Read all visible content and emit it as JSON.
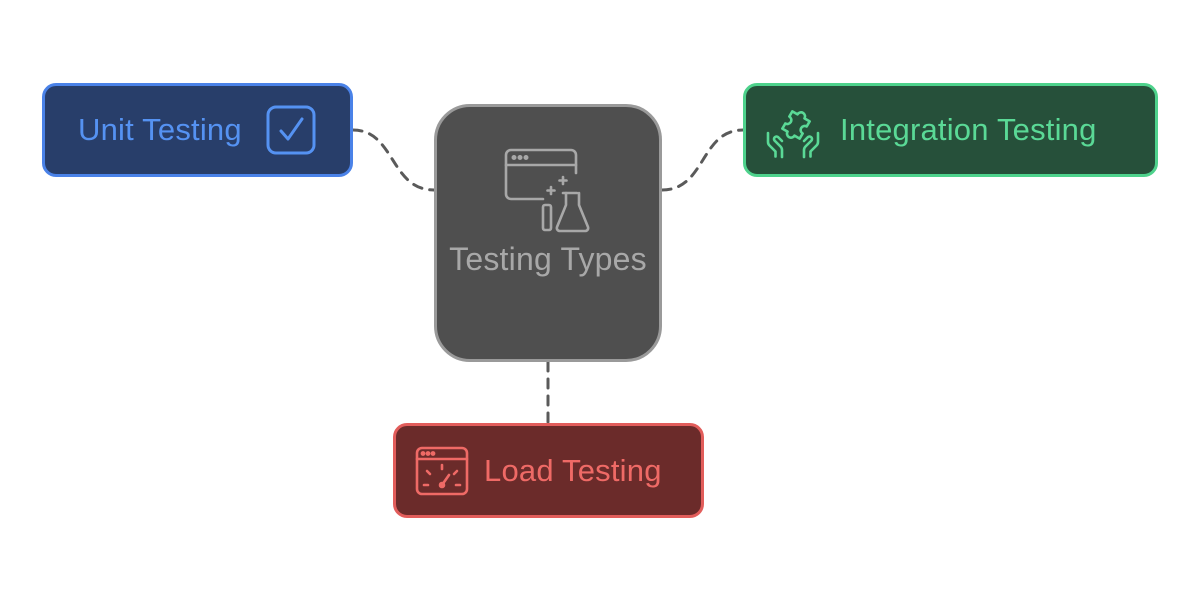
{
  "diagram": {
    "center": {
      "label": "Testing Types",
      "icon": "browser-lab-flask-icon",
      "fill_color": "#4f4f4f",
      "border_color": "#9a9a9a",
      "text_color": "#a8a8a8"
    },
    "branches": [
      {
        "id": "unit",
        "label": "Unit Testing",
        "icon": "checkbox-check-icon",
        "fill_color": "#283e6a",
        "border_color": "#4a82e8",
        "text_color": "#5592f2"
      },
      {
        "id": "integration",
        "label": "Integration Testing",
        "icon": "hands-puzzle-icon",
        "fill_color": "#26503a",
        "border_color": "#4ed28c",
        "text_color": "#5ad996"
      },
      {
        "id": "load",
        "label": "Load Testing",
        "icon": "browser-gauge-icon",
        "fill_color": "#6b2b2a",
        "border_color": "#e25d5b",
        "text_color": "#ef6a66"
      }
    ],
    "connector_color": "#5a5a5a"
  }
}
